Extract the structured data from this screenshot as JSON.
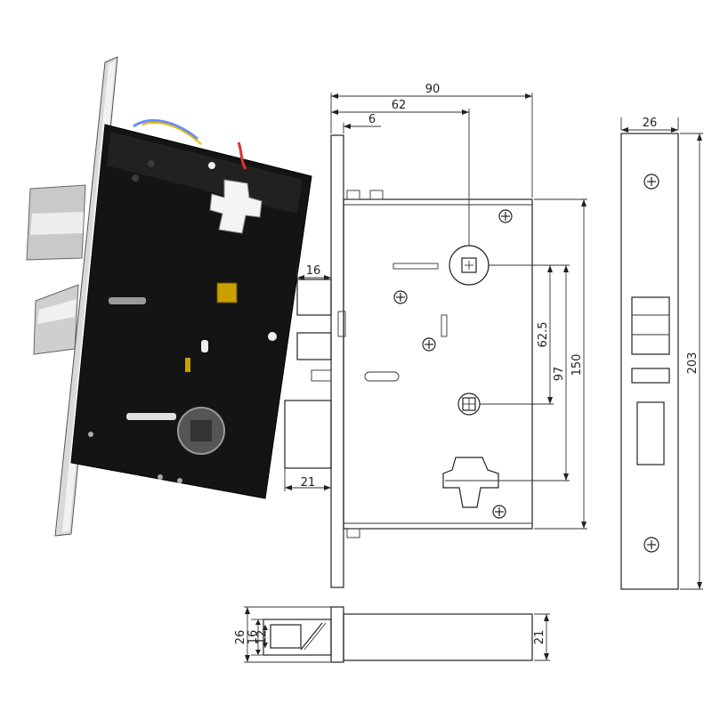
{
  "front_view": {
    "width_label": "90",
    "spindle_offset_label": "62",
    "faceplate_offset_label": "6",
    "latch_projection_label": "16",
    "deadbolt_projection_label": "21",
    "backset_label": "62.5",
    "center_distance_label": "97",
    "case_height_label": "150"
  },
  "faceplate_view": {
    "width_label": "26",
    "height_label": "203"
  },
  "bottom_view": {
    "outer_label": "26",
    "mid_label": "16",
    "inner_label": "12",
    "bolt_label": "21"
  }
}
